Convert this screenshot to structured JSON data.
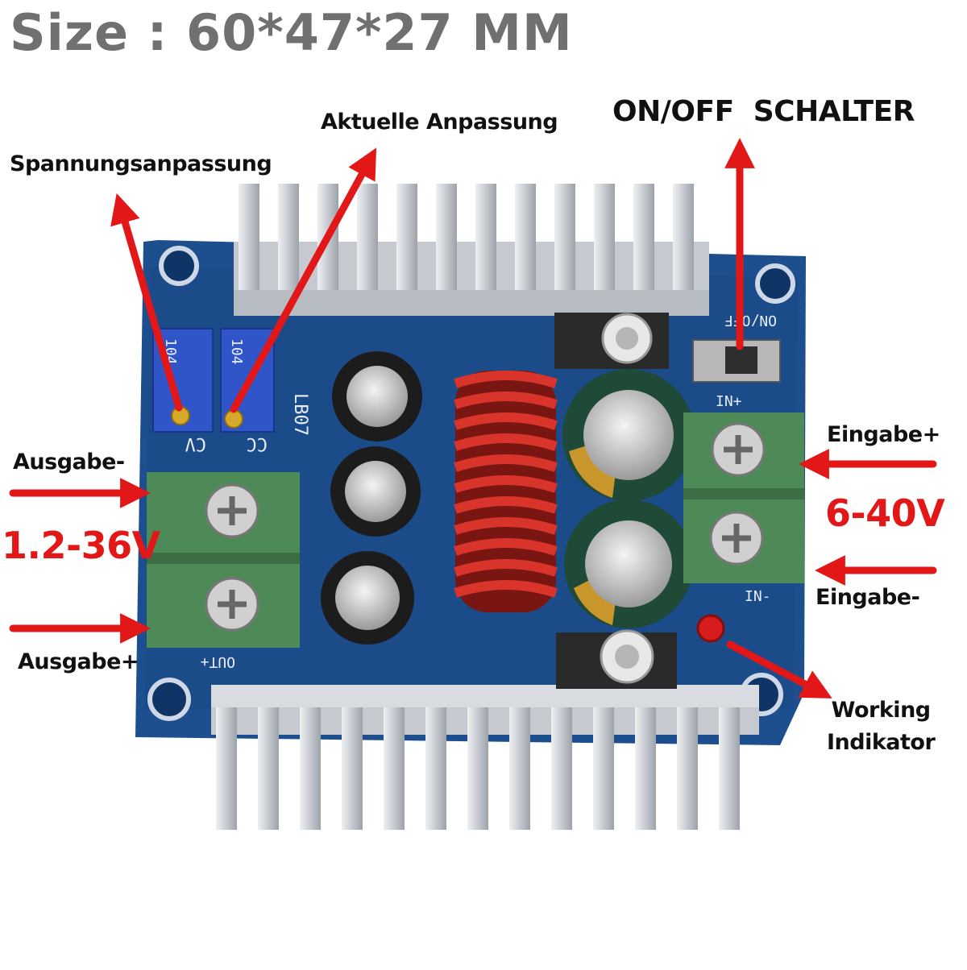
{
  "title": "Size : 60*47*27 MM",
  "labels": {
    "current_adjust": "Aktuelle Anpassung",
    "voltage_adjust": "Spannungsanpassung",
    "on_off_switch": "ON/OFF  SCHALTER",
    "output_minus": "Ausgabe-",
    "output_plus": "Ausgabe+",
    "output_voltage": "1.2-36V",
    "input_plus": "Eingabe+",
    "input_minus": "Eingabe-",
    "input_voltage": "6-40V",
    "indicator_line1": "Working",
    "indicator_line2": "Indikator"
  },
  "board": {
    "model": "LB07",
    "pot_cv": "CV",
    "pot_cc": "CC",
    "pot_code": "104",
    "switch_mark": "ON/OFF",
    "in_plus": "IN+",
    "in_minus": "IN-",
    "out_mark": "OUT+"
  },
  "colors": {
    "pcb": "#1d4e8e",
    "arrow": "#e21818",
    "heatsink": "#cfd3d8",
    "terminal": "#4e8a57",
    "coil": "#c22a22",
    "title": "#707070"
  }
}
